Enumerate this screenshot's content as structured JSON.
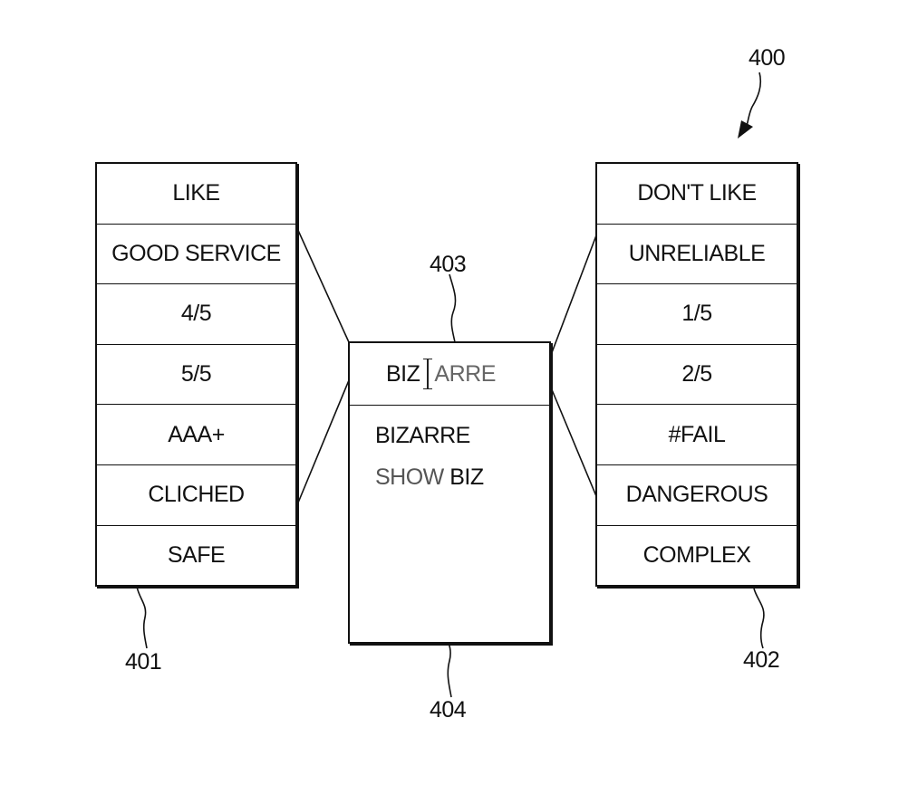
{
  "figure_number": "400",
  "left_list": {
    "ref": "401",
    "items": [
      "LIKE",
      "GOOD SERVICE",
      "4/5",
      "5/5",
      "AAA+",
      "CLICHED",
      "SAFE"
    ]
  },
  "right_list": {
    "ref": "402",
    "items": [
      "DON'T LIKE",
      "UNRELIABLE",
      "1/5",
      "2/5",
      "#FAIL",
      "DANGEROUS",
      "COMPLEX"
    ]
  },
  "search_field": {
    "ref": "403",
    "typed": "BIZ",
    "completion": "ARRE"
  },
  "suggestions": {
    "ref": "404",
    "items": [
      {
        "plain": "",
        "match": "BIZARRE"
      },
      {
        "plain": "SHOW ",
        "match": "BIZ"
      }
    ]
  },
  "colors": {
    "stroke": "#111111",
    "background": "#ffffff"
  },
  "icons": {
    "cursor": "i-beam-text-cursor-icon",
    "figure_pointer": "arrow-icon"
  }
}
